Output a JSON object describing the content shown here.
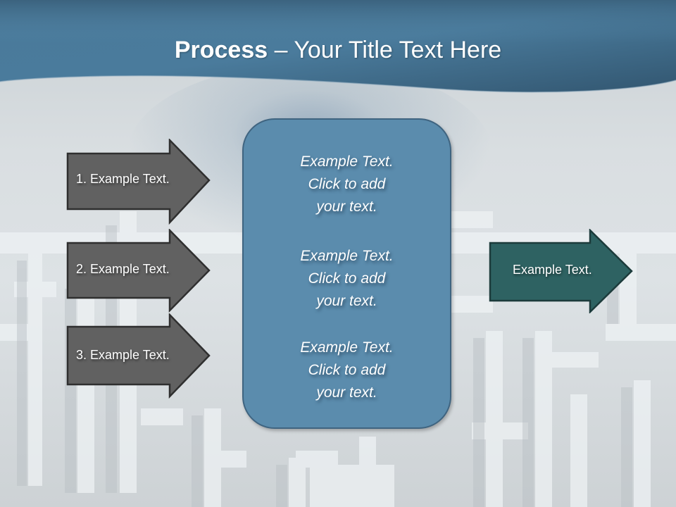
{
  "slide": {
    "title": {
      "bold": "Process",
      "rest": " – Your Title Text Here"
    },
    "input_arrows": [
      {
        "label": "1. Example Text."
      },
      {
        "label": "2. Example Text."
      },
      {
        "label": "3. Example Text."
      }
    ],
    "center_box": {
      "blocks": [
        {
          "line1": "Example Text.",
          "line2": "Click  to add",
          "line3": "your text."
        },
        {
          "line1": "Example Text.",
          "line2": "Click  to add",
          "line3": "your text."
        },
        {
          "line1": "Example Text.",
          "line2": "Click  to add",
          "line3": "your text."
        }
      ]
    },
    "output_arrow": {
      "label": "Example Text."
    },
    "colors": {
      "header": "#3f6d8c",
      "input_arrow_fill": "#616161",
      "center_box_fill": "#5b8cad",
      "output_arrow_fill": "#2e6262"
    }
  }
}
